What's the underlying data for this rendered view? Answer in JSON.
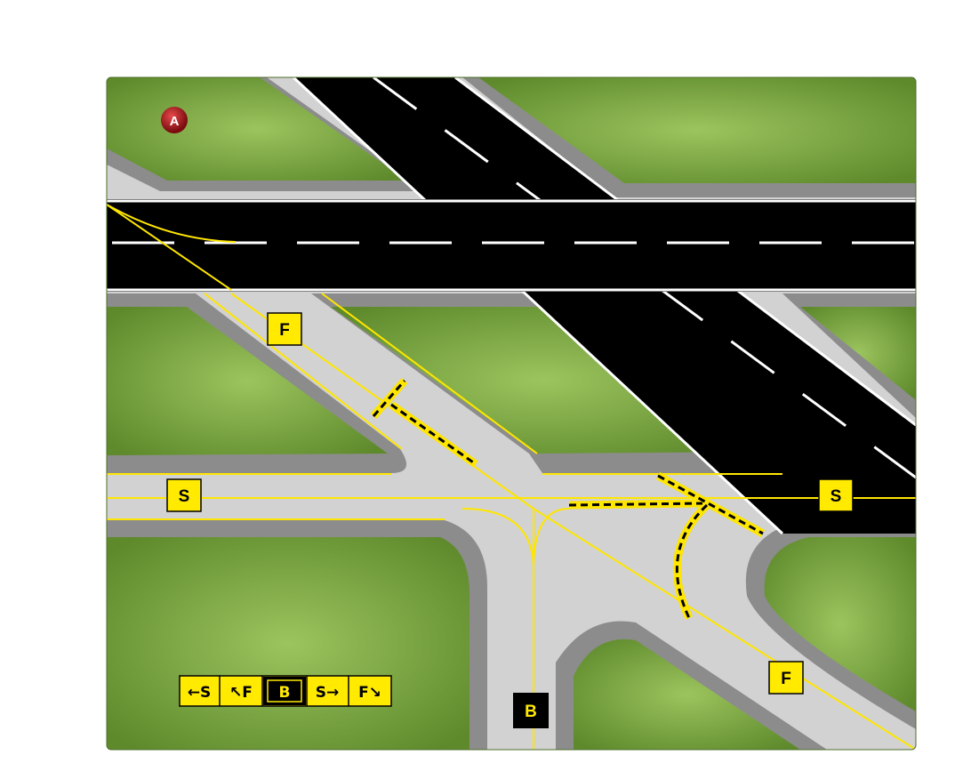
{
  "diagram": {
    "title": "",
    "marker": {
      "label": "A",
      "color": "#b3151b"
    },
    "location_signs": [
      {
        "label": "F",
        "id": "sign-f-top"
      },
      {
        "label": "S",
        "id": "sign-s-left"
      },
      {
        "label": "S",
        "id": "sign-s-right"
      },
      {
        "label": "F",
        "id": "sign-f-bottom"
      },
      {
        "label": "B",
        "id": "sign-b-current"
      }
    ],
    "direction_sign": {
      "segments": [
        {
          "text": "←S",
          "kind": "direction"
        },
        {
          "text": "↖F",
          "kind": "direction"
        },
        {
          "text": "B",
          "kind": "location"
        },
        {
          "text": "S→",
          "kind": "direction"
        },
        {
          "text": "F↘",
          "kind": "direction"
        }
      ]
    },
    "colors": {
      "grass": "#7daa3c",
      "pavement": "#d2d2d2",
      "shoulder": "#8c8c8c",
      "runway": "#000000",
      "marking_yellow": "#ffe600",
      "marking_white": "#ffffff",
      "sign_yellow": "#ffea00",
      "sign_black": "#000000"
    }
  }
}
